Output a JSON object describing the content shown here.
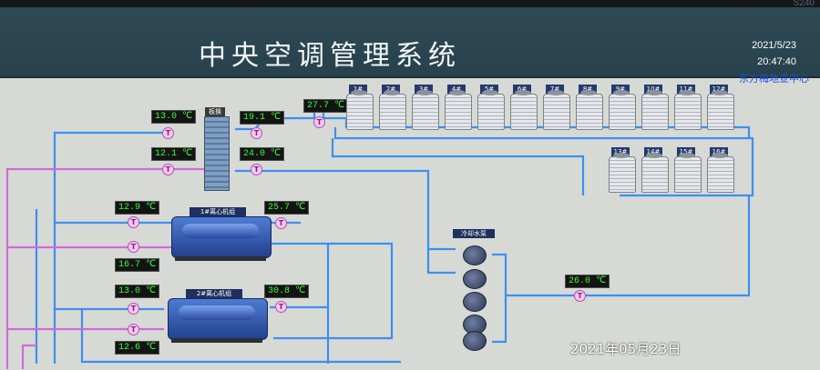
{
  "header": {
    "title": "中央空调管理系统",
    "date": "2021/5/23",
    "time": "20:47:40",
    "organization": "东方梅地亚中心",
    "corner_code": "S240"
  },
  "heat_exchanger": {
    "label": "板换"
  },
  "temperatures": {
    "hx_left_top": "13.0 ℃",
    "hx_right_top": "19.1 ℃",
    "hx_left_bottom": "12.1 ℃",
    "hx_right_bottom": "24.0 ℃",
    "tower_supply": "27.7 ℃",
    "chiller1_left_top": "12.9 ℃",
    "chiller1_right": "25.7 ℃",
    "chiller1_left_bottom": "16.7 ℃",
    "chiller2_left_top": "13.0 ℃",
    "chiller2_right": "30.8 ℃",
    "chiller2_left_bottom": "12.6 ℃",
    "pump_return": "26.0 ℃"
  },
  "sensor_symbol": "T",
  "cooling_towers_row1": [
    "1#",
    "2#",
    "3#",
    "4#",
    "5#",
    "6#",
    "7#",
    "8#",
    "9#",
    "10#",
    "11#",
    "12#"
  ],
  "cooling_towers_row2": [
    "13#",
    "14#",
    "15#",
    "16#"
  ],
  "chillers": [
    {
      "label": "1#离心机组"
    },
    {
      "label": "2#离心机组"
    }
  ],
  "pump_group": {
    "label": "冷却水泵"
  },
  "photo_date_stamp": "2021年05月23日",
  "colors": {
    "header_bg": "#2f4a55",
    "supply_pipe": "#3d8ef2",
    "return_pipe": "#d06cd6",
    "temp_text": "#38ff38"
  }
}
